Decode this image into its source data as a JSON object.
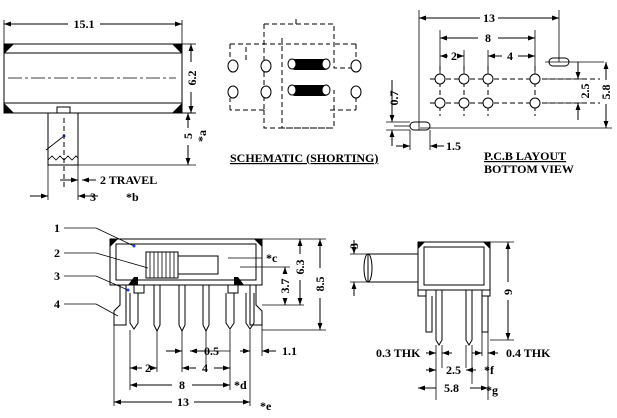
{
  "top_view": {
    "length": "15.1",
    "height": "6.2",
    "actuator_length": "5",
    "note_a": "*a",
    "travel": "2 TRAVEL",
    "actuator_width": "3",
    "note_b": "*b"
  },
  "schematic": {
    "caption": "SCHEMATIC (SHORTING)"
  },
  "pcb": {
    "overall": "13",
    "pitch_8": "8",
    "pitch_2": "2",
    "pitch_4": "4",
    "offset_07": "0.7",
    "offset_15": "1.5",
    "row_25": "2.5",
    "row_58": "5.8",
    "caption_1": "P.C.B LAYOUT",
    "caption_2": "BOTTOM VIEW"
  },
  "front_view": {
    "callouts": [
      "1",
      "2",
      "3",
      "4"
    ],
    "note_c": "*c",
    "height_37": "3.7",
    "height_63": "6.3",
    "height_85": "8.5",
    "pitch_05": "0.5",
    "pin_11": "1.1",
    "pitch_2": "2",
    "pitch_4": "4",
    "pitch_8": "8",
    "note_d": "*d",
    "overall_13": "13",
    "note_e": "*e"
  },
  "side_view": {
    "actuator_3": "3",
    "height_9": "9",
    "thk_03": "0.3  THK",
    "thk_04": "0.4  THK",
    "pitch_25": "2.5",
    "note_f": "*f",
    "pitch_58": "5.8",
    "note_g": "*g"
  }
}
